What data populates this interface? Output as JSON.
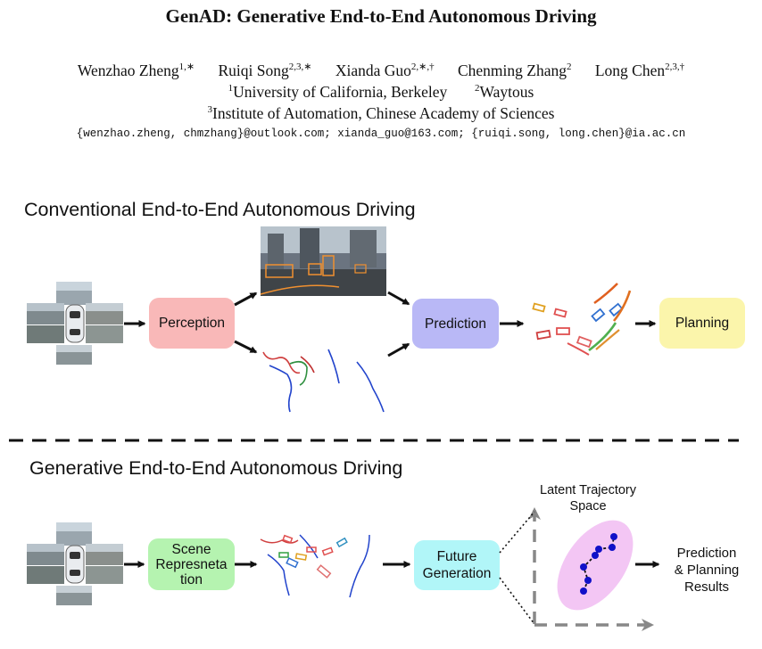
{
  "paper": {
    "title": "GenAD: Generative End-to-End Autonomous Driving",
    "authors": [
      {
        "name": "Wenzhao Zheng",
        "sup": "1,∗"
      },
      {
        "name": "Ruiqi Song",
        "sup": "2,3,∗"
      },
      {
        "name": "Xianda Guo",
        "sup": "2,∗,†"
      },
      {
        "name": "Chenming Zhang",
        "sup": "2"
      },
      {
        "name": "Long Chen",
        "sup": "2,3,†"
      }
    ],
    "affiliations": [
      {
        "sup": "1",
        "name": "University of California, Berkeley"
      },
      {
        "sup": "2",
        "name": "Waytous"
      },
      {
        "sup": "3",
        "name": "Institute of Automation, Chinese Academy of Sciences"
      }
    ],
    "emails": "{wenzhao.zheng, chmzhang}@outlook.com; xianda_guo@163.com; {ruiqi.song, long.chen}@ia.ac.cn"
  },
  "figure": {
    "conventional": {
      "heading": "Conventional End-to-End Autonomous Driving",
      "perception": "Perception",
      "prediction": "Prediction",
      "planning": "Planning"
    },
    "generative": {
      "heading": "Generative End-to-End Autonomous Driving",
      "scene_lines": [
        "Scene",
        "Represneta",
        "tion"
      ],
      "future_lines": [
        "Future",
        "Generation"
      ],
      "latent_lines": [
        "Latent Trajectory",
        "Space"
      ],
      "results_lines": [
        "Prediction",
        "& Planning",
        "Results"
      ]
    },
    "colors": {
      "perception": "#f9b8b8",
      "prediction": "#b9b8f6",
      "planning": "#fbf5ab",
      "scene": "#b5f3b0",
      "future": "#b1f6f8",
      "latent_ellipse": "#f3c6f4",
      "trajectory_node": "#1010c8",
      "map_line": "#2244cc"
    }
  }
}
